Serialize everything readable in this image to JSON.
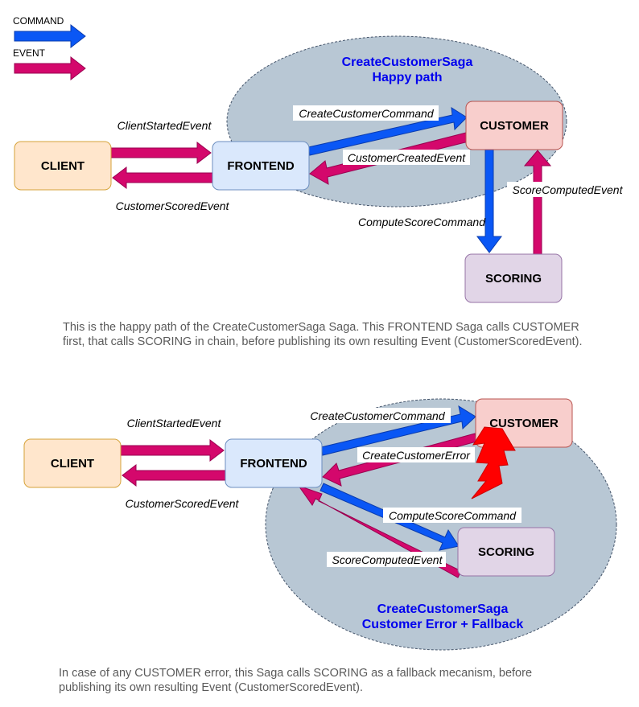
{
  "colors": {
    "command": "#0a57f5",
    "event": "#d4086c",
    "saga_fill": "#b8c7d4",
    "saga_text": "#0000ee",
    "client_fill": "#ffe6cc",
    "client_stroke": "#d6a33a",
    "frontend_fill": "#dae8fc",
    "frontend_stroke": "#6c8ebf",
    "customer_fill": "#f8cecc",
    "customer_stroke": "#b85450",
    "scoring_fill": "#e1d5e7",
    "scoring_stroke": "#9673a6",
    "error_bolt": "#ff0000"
  },
  "legend": {
    "command": "COMMAND",
    "event": "EVENT"
  },
  "diagram1": {
    "saga_title_line1": "CreateCustomerSaga",
    "saga_title_line2": "Happy path",
    "nodes": {
      "client": "CLIENT",
      "frontend": "FRONTEND",
      "customer": "CUSTOMER",
      "scoring": "SCORING"
    },
    "edges": {
      "client_started": "ClientStartedEvent",
      "customer_scored": "CustomerScoredEvent",
      "create_customer_command": "CreateCustomerCommand",
      "customer_created": "CustomerCreatedEvent",
      "compute_score_command": "ComputeScoreCommand",
      "score_computed": "ScoreComputedEvent"
    },
    "caption_line1": "This is the happy path of the CreateCustomerSaga Saga. This FRONTEND Saga calls CUSTOMER",
    "caption_line2": "first, that calls SCORING in chain, before publishing its own resulting Event (CustomerScoredEvent)."
  },
  "diagram2": {
    "saga_title_line1": "CreateCustomerSaga",
    "saga_title_line2": "Customer Error + Fallback",
    "nodes": {
      "client": "CLIENT",
      "frontend": "FRONTEND",
      "customer": "CUSTOMER",
      "scoring": "SCORING"
    },
    "edges": {
      "client_started": "ClientStartedEvent",
      "customer_scored": "CustomerScoredEvent",
      "create_customer_command": "CreateCustomerCommand",
      "create_customer_error": "CreateCustomerError",
      "compute_score_command": "ComputeScoreCommand",
      "score_computed": "ScoreComputedEvent"
    },
    "caption_line1": "In case of any CUSTOMER error, this Saga calls SCORING as a fallback mecanism, before",
    "caption_line2": "publishing its own resulting Event (CustomerScoredEvent)."
  }
}
